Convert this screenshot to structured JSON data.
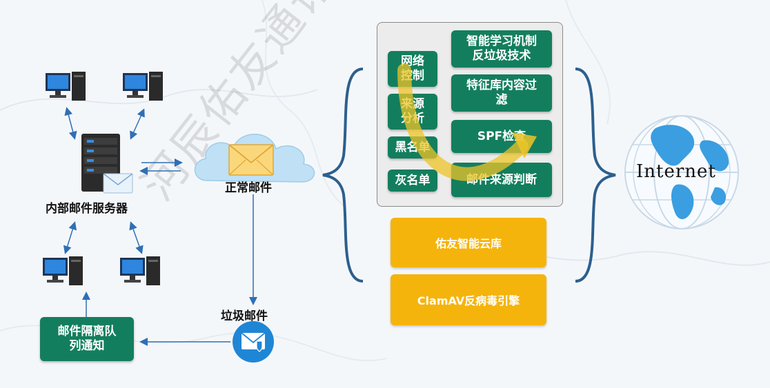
{
  "labels": {
    "internal_server": "内部邮件服务器",
    "normal_mail": "正常邮件",
    "spam_mail": "垃圾邮件",
    "quarantine_notice": "邮件隔离队\n列通知",
    "internet": "Internet"
  },
  "filters_left": [
    "网络\n控制",
    "来源\n分析",
    "黑名单",
    "灰名单"
  ],
  "filters_right": [
    "智能学习机制\n反垃圾技术",
    "特征库内容过\n滤",
    "SPF检查",
    "邮件来源判断"
  ],
  "engines": [
    "佑友智能云库",
    "ClamAV反病毒引擎"
  ],
  "watermark": "河辰佑友通讯有限公司",
  "colors": {
    "green": "#137e5d",
    "yellow": "#f5b40c",
    "blue": "#2f6fb5",
    "brace": "#2d5f8e"
  }
}
